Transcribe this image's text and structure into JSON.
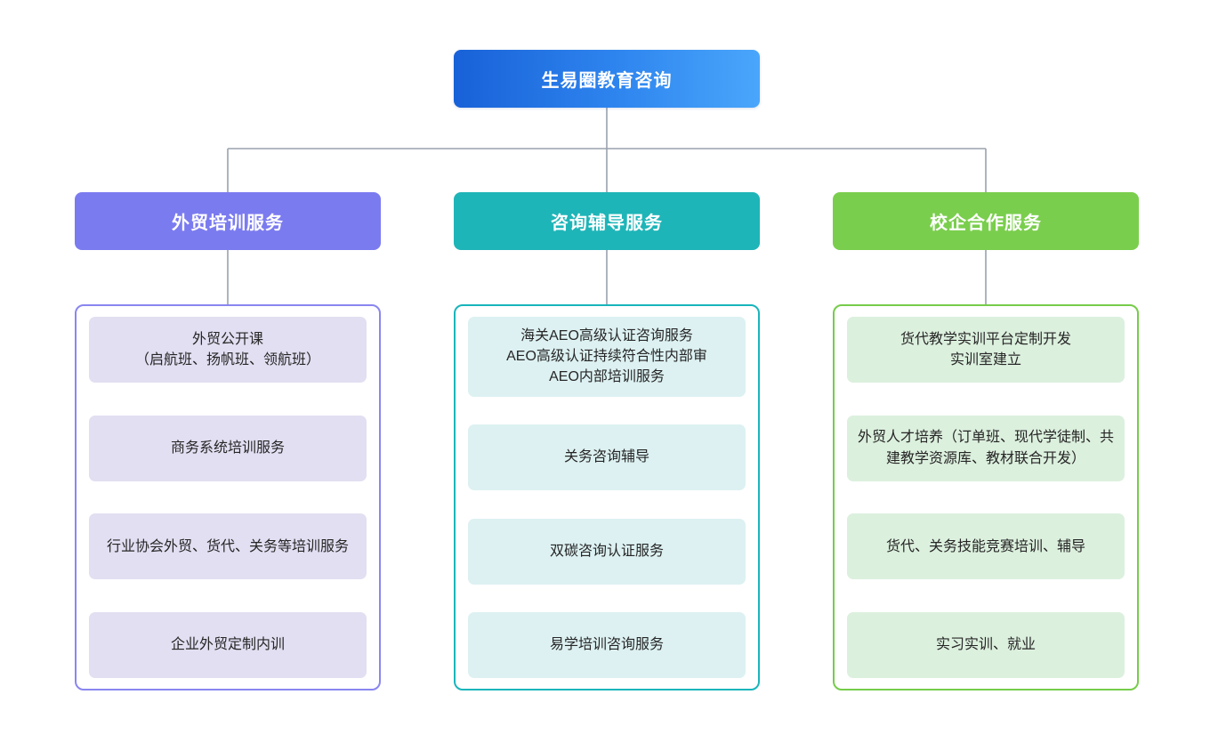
{
  "diagram": {
    "title": "生易圈教育咨询",
    "connector_color": "#9aa2ad",
    "root": {
      "label": "生易圈教育咨询",
      "color_start": "#1861d8",
      "color_end": "#49a6fb"
    },
    "branches": [
      {
        "label": "外贸培训服务",
        "header_color": "#7b7bf0",
        "border_color": "#8a86f0",
        "card_color": "#e2dff2",
        "items": [
          "外贸公开课\n（启航班、扬帆班、领航班）",
          "商务系统培训服务",
          "行业协会外贸、货代、关务等培训服务",
          "企业外贸定制内训"
        ]
      },
      {
        "label": "咨询辅导服务",
        "header_color": "#1eb5b8",
        "border_color": "#19b5bb",
        "card_color": "#ddf1f2",
        "items": [
          "海关AEO高级认证咨询服务\nAEO高级认证持续符合性内部审\nAEO内部培训服务",
          "关务咨询辅导",
          "双碳咨询认证服务",
          "易学培训咨询服务"
        ]
      },
      {
        "label": "校企合作服务",
        "header_color": "#7ace4d",
        "border_color": "#76cc4a",
        "card_color": "#dcf0de",
        "items": [
          "货代教学实训平台定制开发\n实训室建立",
          "外贸人才培养（订单班、现代学徒制、共建教学资源库、教材联合开发）",
          "货代、关务技能竞赛培训、辅导",
          "实习实训、就业"
        ]
      }
    ]
  }
}
